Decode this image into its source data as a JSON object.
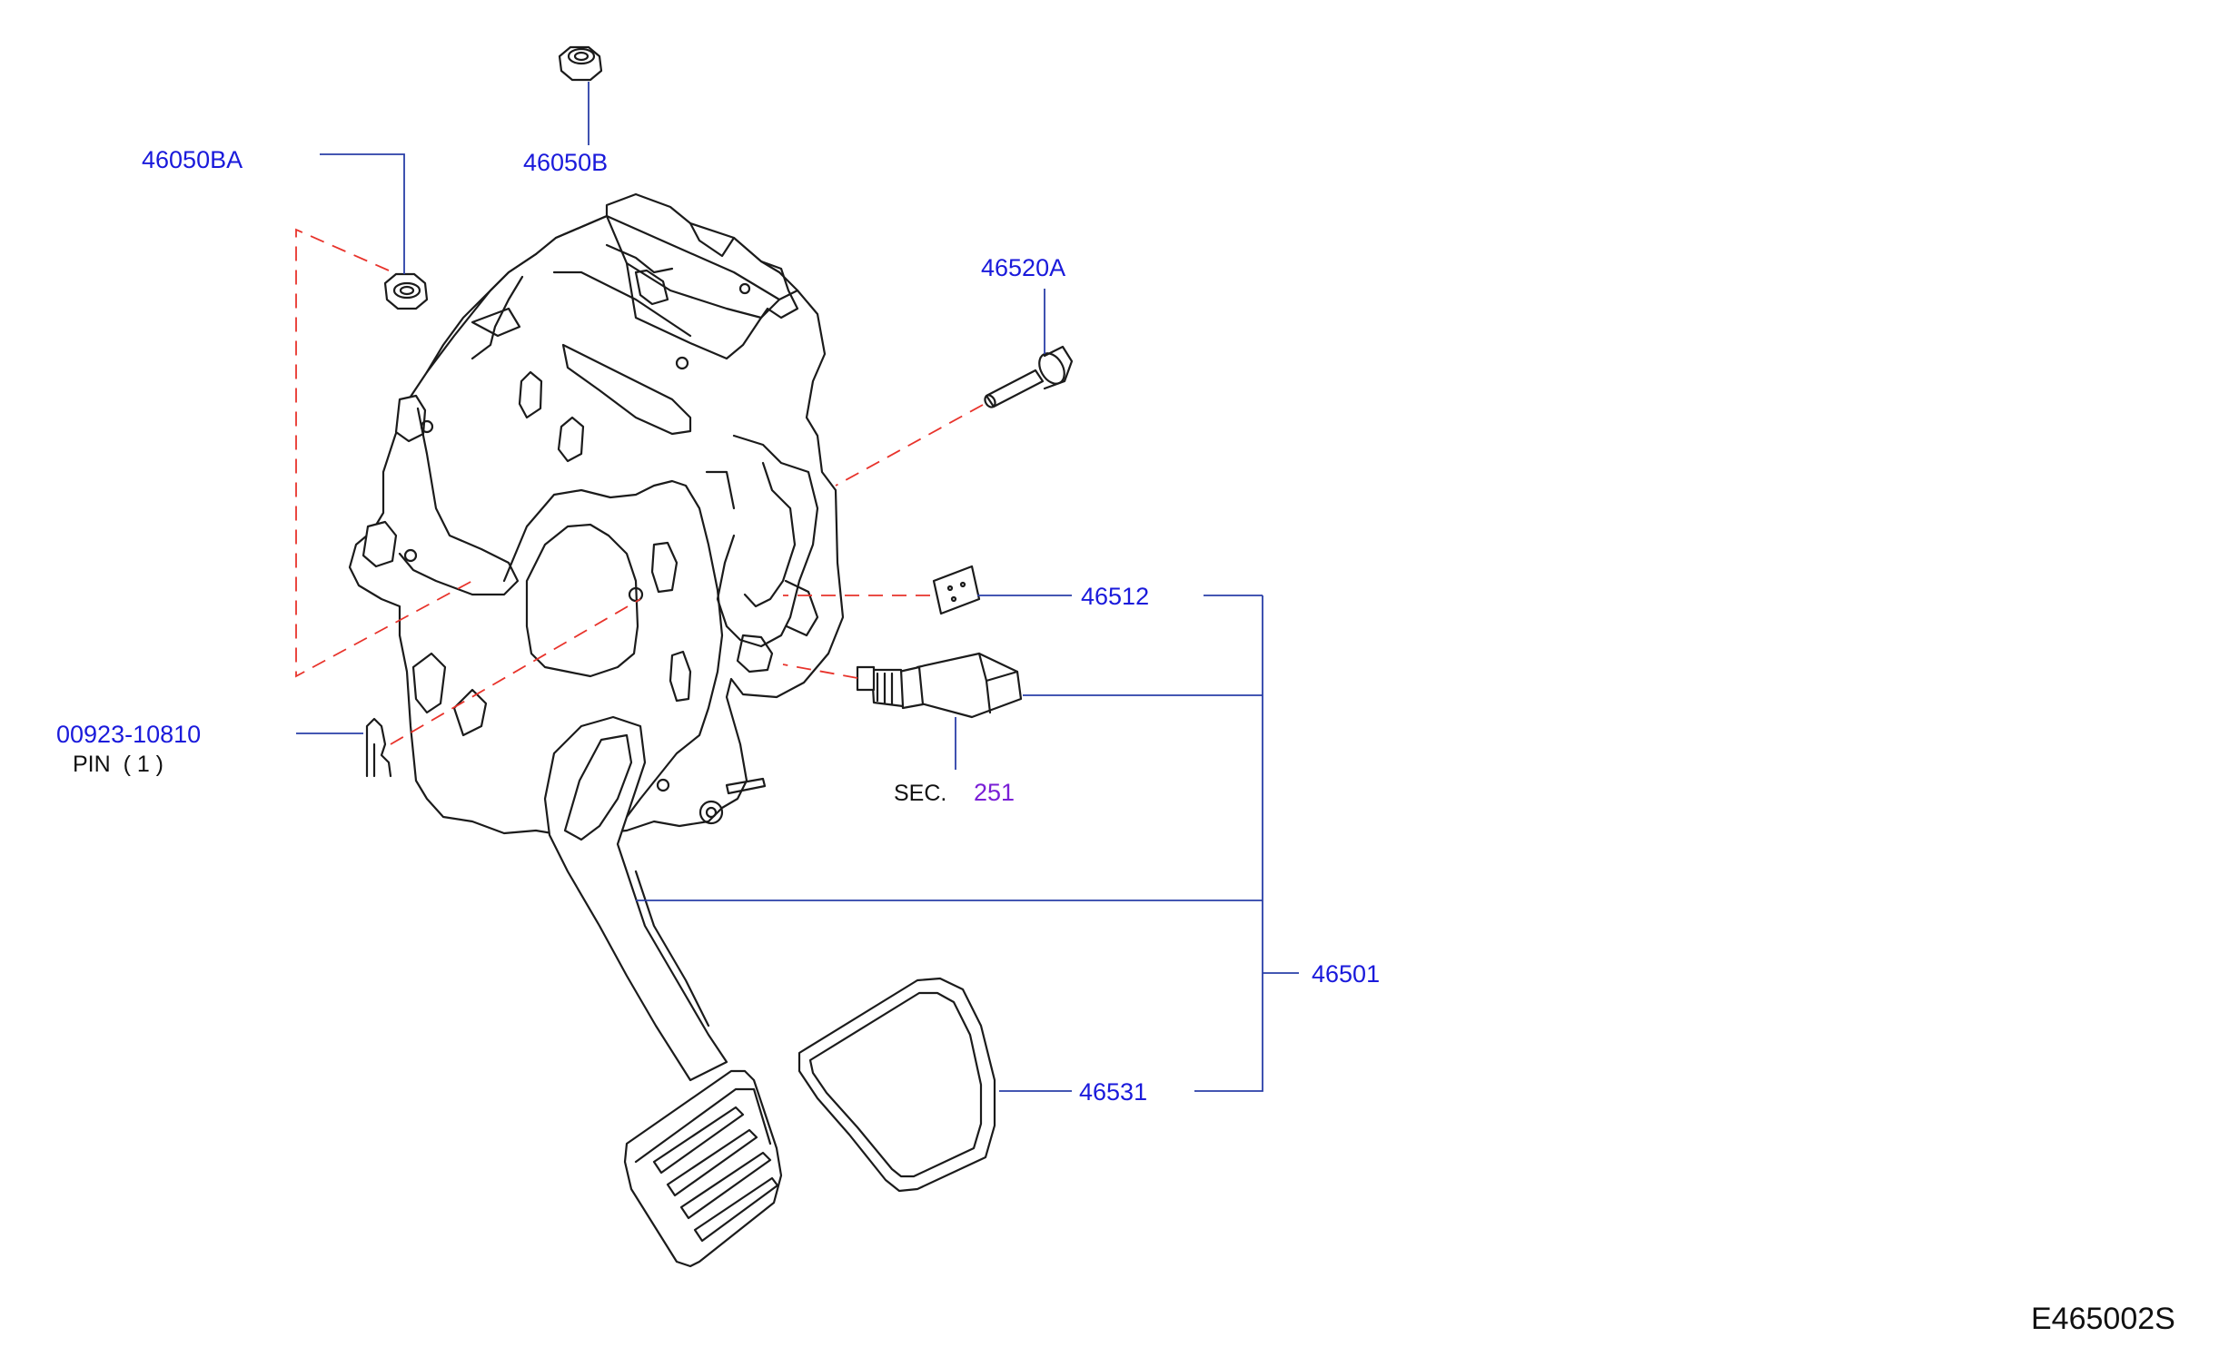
{
  "diagram": {
    "parts": [
      {
        "id": "p46050BA",
        "number": "46050BA"
      },
      {
        "id": "p46050B",
        "number": "46050B"
      },
      {
        "id": "p46520A",
        "number": "46520A"
      },
      {
        "id": "p46512",
        "number": "46512"
      },
      {
        "id": "p00923",
        "number": "00923-10810",
        "note": "PIN  ( 1 )"
      },
      {
        "id": "p46501",
        "number": "46501"
      },
      {
        "id": "p46531",
        "number": "46531"
      }
    ],
    "section_ref": {
      "prefix": "SEC.",
      "number": "251"
    },
    "drawing_code": "E465002S",
    "colors": {
      "label": "#1a1adb",
      "leader": "#2a3fa8",
      "phantom": "#e8332b",
      "section": "#7a1fd6",
      "line": "#1b1b1b"
    }
  }
}
